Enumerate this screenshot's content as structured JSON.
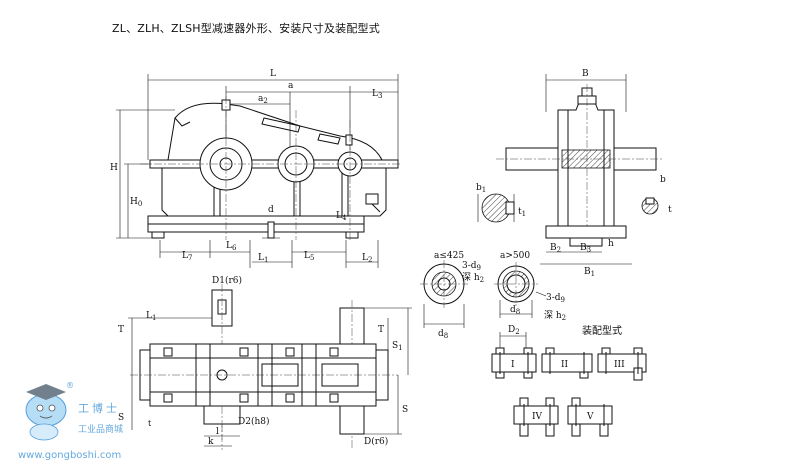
{
  "title": "ZL、ZLH、ZLSH型减速器外形、安装尺寸及装配型式",
  "front_view_labels": {
    "L": "L",
    "a": "a",
    "a2": "a",
    "a2_sub": "2",
    "L3": "L",
    "L3_sub": "3",
    "H": "H",
    "H0": "H",
    "H0_sub": "0",
    "d": "d",
    "L4": "L",
    "L4_sub": "4",
    "L7": "L",
    "L7_sub": "7",
    "L6": "L",
    "L6_sub": "6",
    "L1": "L",
    "L1_sub": "1",
    "L5": "L",
    "L5_sub": "5",
    "L2": "L",
    "L2_sub": "2"
  },
  "side_view_labels": {
    "B": "B",
    "b1": "b",
    "b1_sub": "1",
    "t1": "t",
    "t1_sub": "1",
    "b": "b",
    "t": "t",
    "B2": "B",
    "B2_sub": "2",
    "B3": "B",
    "B3_sub": "3",
    "h": "h",
    "B1": "B",
    "B1_sub": "1"
  },
  "flange_labels": {
    "a_le_425": "a≤425",
    "a_gt_500": "a>500",
    "holes_left": "3-d",
    "holes_left_sub": "9",
    "depth_left": "深 h",
    "depth_left_sub": "2",
    "holes_right": "3-d",
    "holes_right_sub": "9",
    "depth_right": "深 h",
    "depth_right_sub": "2",
    "d8_left": "d",
    "d8_left_sub": "8",
    "d8_right": "d",
    "d8_right_sub": "8"
  },
  "top_view_labels": {
    "D1": "D1(r6)",
    "L_left": "L",
    "L_left_sub": "1",
    "T": "T",
    "S_lower": "S",
    "t_small": "t",
    "k": "k",
    "D2": "D2(h8)",
    "D": "D(r6)",
    "S1": "S",
    "S1_sub": "1",
    "S_right": "S",
    "T_right": "T",
    "l": "l"
  },
  "assembly": {
    "heading": "装配型式",
    "D2": "D",
    "D2_sub": "2",
    "types": [
      "I",
      "II",
      "III",
      "IV",
      "V"
    ]
  },
  "watermark": {
    "brand": "工博士",
    "subtitle": "工业品商城",
    "url": "www.gongboshi.com",
    "registered": "®"
  }
}
